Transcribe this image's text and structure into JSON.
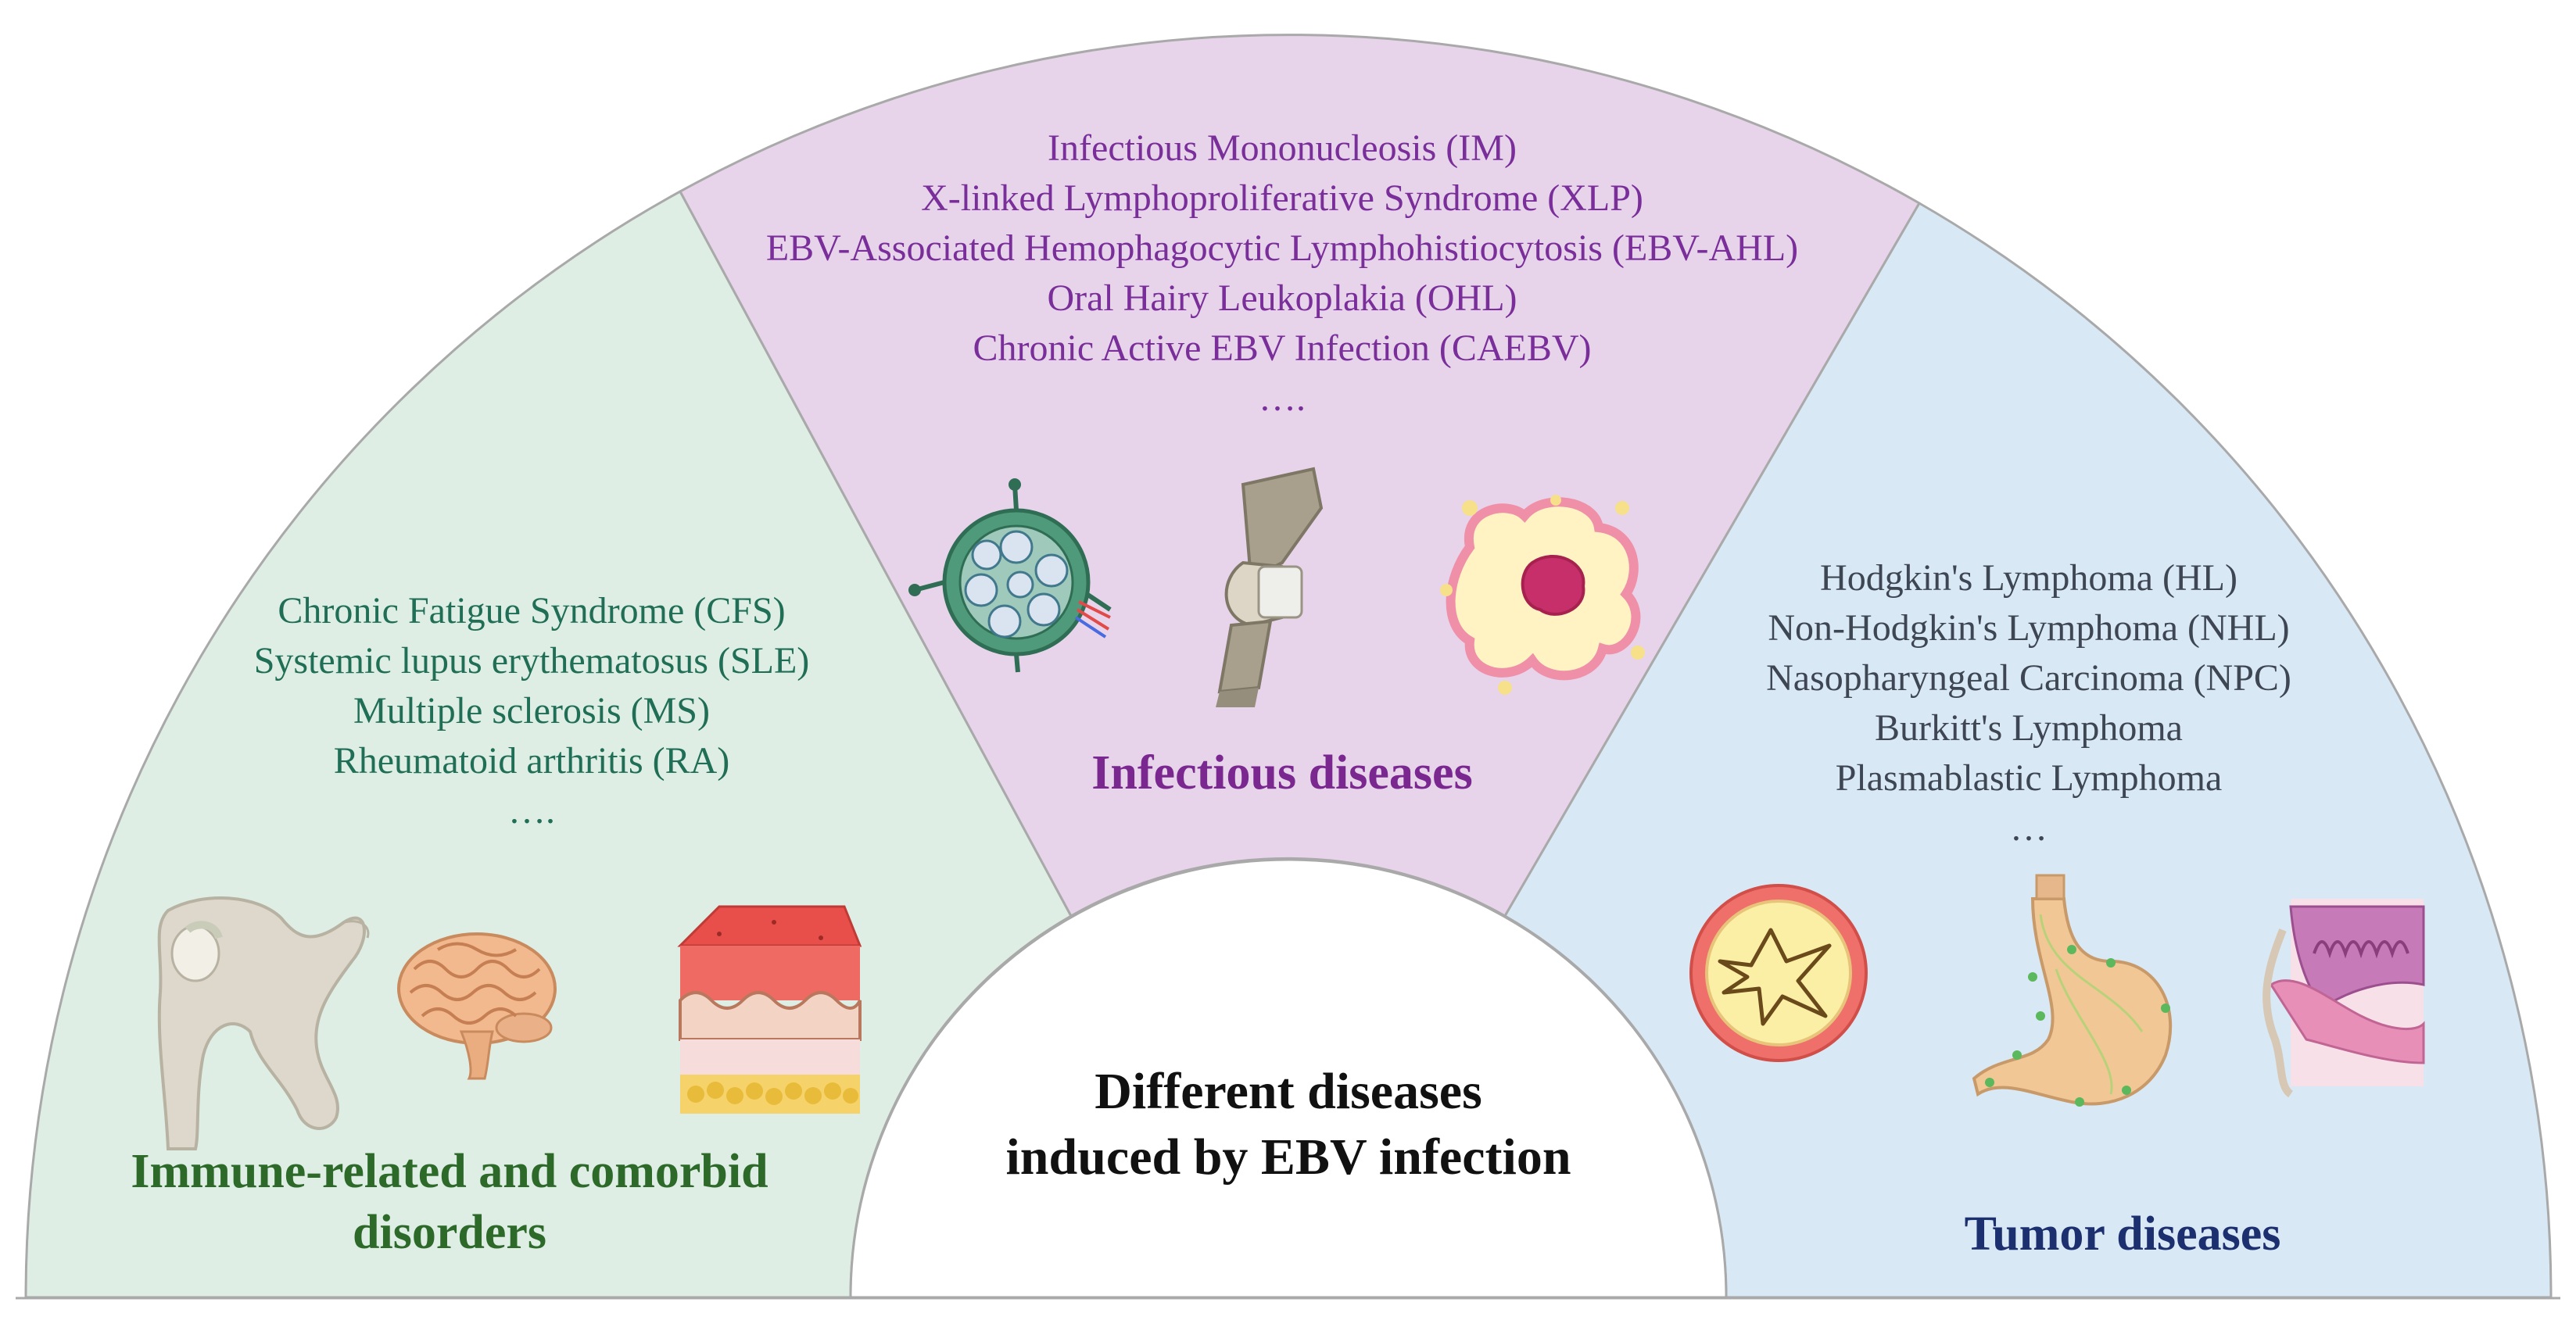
{
  "center": {
    "line1": "Different diseases",
    "line2": "induced by EBV infection"
  },
  "immune": {
    "heading_line1": "Immune-related and comorbid",
    "heading_line2": "disorders",
    "items": [
      "Chronic Fatigue Syndrome (CFS)",
      "Systemic lupus erythematosus (SLE)",
      "Multiple sclerosis (MS)",
      "Rheumatoid arthritis (RA)",
      "…."
    ],
    "icons": [
      "shoulder-joint-icon",
      "brain-icon",
      "skin-tissue-icon"
    ]
  },
  "infectious": {
    "heading": "Infectious diseases",
    "items": [
      "Infectious Mononucleosis (IM)",
      "X-linked Lymphoproliferative Syndrome (XLP)",
      "EBV-Associated Hemophagocytic Lymphohistiocytosis (EBV-AHL)",
      "Oral Hairy Leukoplakia (OHL)",
      "Chronic Active EBV Infection (CAEBV)",
      "…."
    ],
    "icons": [
      "lymph-node-icon",
      "bone-joint-icon",
      "tissue-cell-icon"
    ]
  },
  "tumor": {
    "heading": "Tumor diseases",
    "items": [
      "Hodgkin's Lymphoma (HL)",
      "Non-Hodgkin's Lymphoma (NHL)",
      "Nasopharyngeal Carcinoma (NPC)",
      "Burkitt's Lymphoma",
      "Plasmablastic Lymphoma",
      "…"
    ],
    "icons": [
      "lymph-node-cross-section-icon",
      "stomach-icon",
      "nasopharynx-icon"
    ]
  },
  "colors": {
    "green_sector": "#deeee5",
    "purple_sector": "#e7d4ea",
    "blue_sector": "#d8e8f5",
    "outline": "#a9a9a9"
  }
}
